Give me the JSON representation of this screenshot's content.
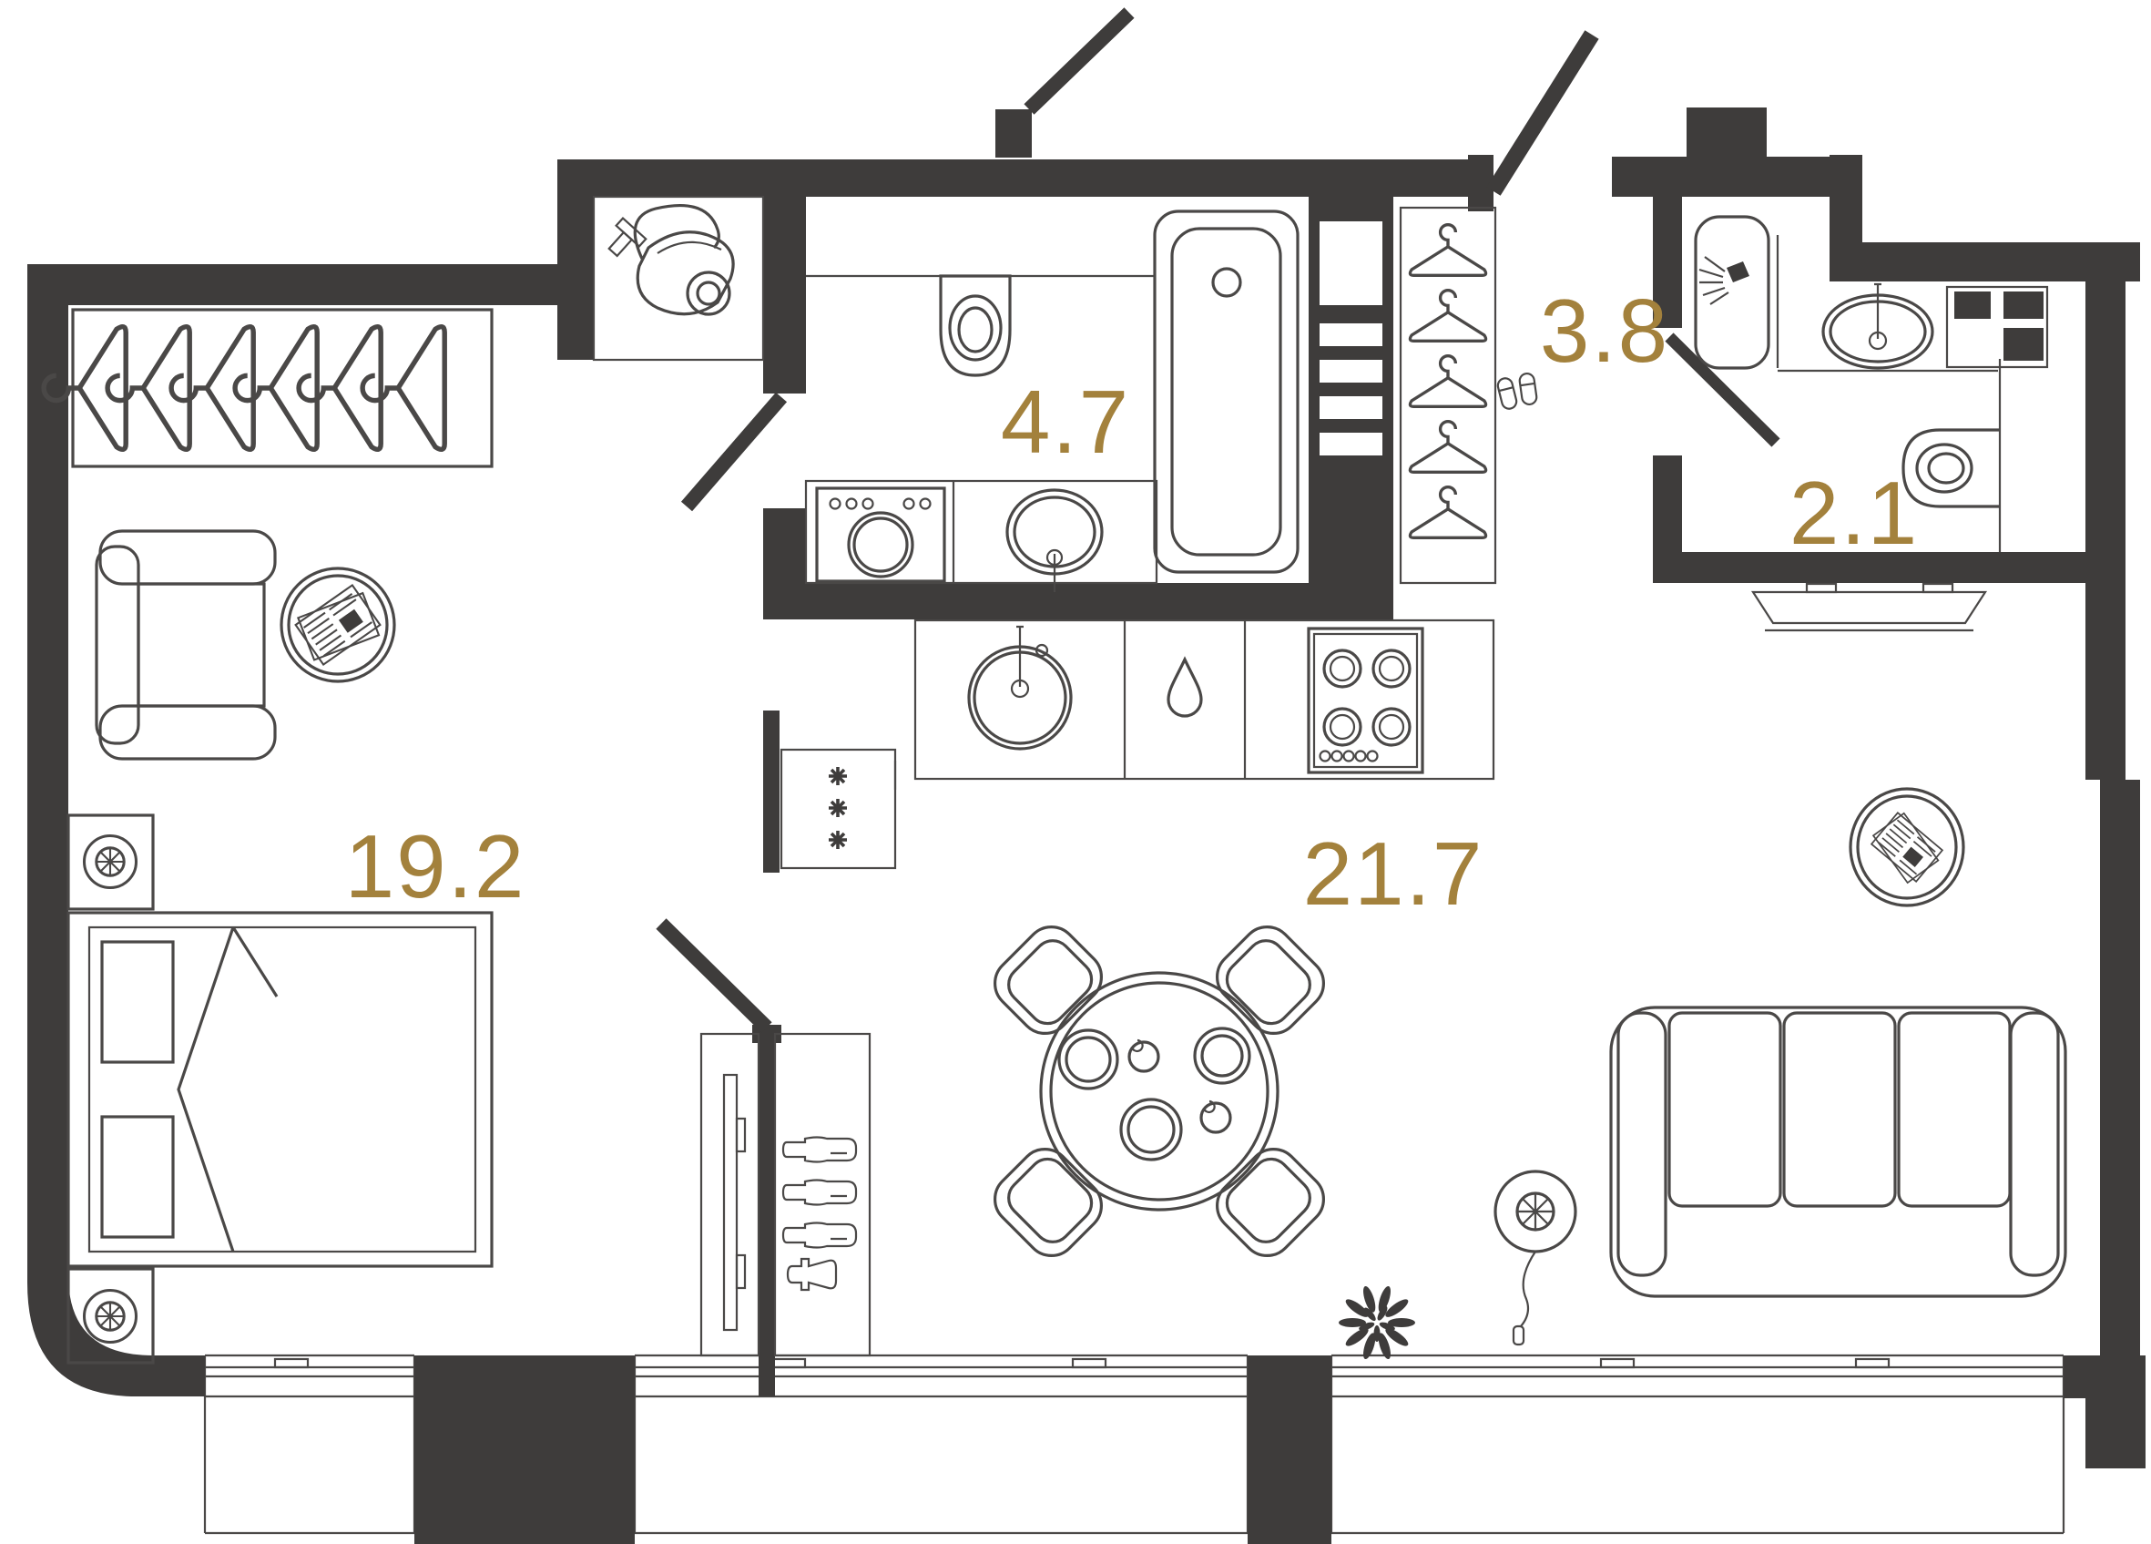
{
  "plan": {
    "title": "apartment-floor-plan",
    "colors": {
      "wall": "#3e3c3b",
      "outline": "#4a4847",
      "label": "#a3813c",
      "background": "#ffffff"
    },
    "rooms": [
      {
        "id": "bedroom",
        "area": "19.2"
      },
      {
        "id": "bathroom",
        "area": "4.7"
      },
      {
        "id": "hallway",
        "area": "3.8"
      },
      {
        "id": "wc",
        "area": "2.1"
      },
      {
        "id": "living-kitchen",
        "area": "21.7"
      }
    ],
    "fixtures": [
      "wardrobe-hanger-rack",
      "armchair",
      "round-side-table-newspaper",
      "nightstand-lamp-top",
      "double-bed",
      "nightstand-lamp-bottom",
      "vacuum-cleaner-closet",
      "wall-hung-toilet",
      "washing-machine",
      "bathroom-sink",
      "bathtub",
      "towel-ladder-niche",
      "hallway-closet-hangers",
      "slippers",
      "entrance-door",
      "water-heater",
      "wc-sink",
      "wc-toilet",
      "vent-shaft",
      "tv-console",
      "sofa",
      "floor-lamp",
      "oval-magazine-table",
      "dining-table-set",
      "fridge-snowflakes",
      "kitchen-sink",
      "water-drop-cell",
      "stove-4-burners",
      "plant",
      "tv-panel",
      "bar-bottles",
      "shaker",
      "windows-radiators"
    ]
  }
}
